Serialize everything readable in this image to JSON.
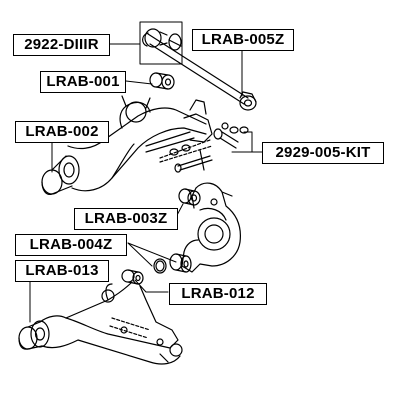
{
  "labels": {
    "part_2922": "2922-DIIIR",
    "lrab_005z": "LRAB-005Z",
    "lrab_001": "LRAB-001",
    "lrab_002": "LRAB-002",
    "kit_2929": "2929-005-KIT",
    "lrab_003z": "LRAB-003Z",
    "lrab_004z": "LRAB-004Z",
    "lrab_013": "LRAB-013",
    "lrab_012": "LRAB-012"
  },
  "colors": {
    "line": "#000000",
    "background": "#ffffff"
  }
}
